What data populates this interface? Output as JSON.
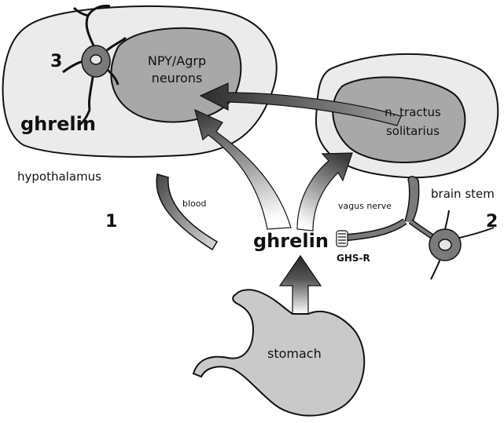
{
  "labels": {
    "npy_agrp": "NPY/Agrp",
    "neurons": "neurons",
    "ghrelin_brain": "ghrelin",
    "marker_3": "3",
    "hypothalamus": "hypothalamus",
    "n_tractus": "n. tractus",
    "solitarius": "solitarius",
    "brain_stem": "brain stem",
    "marker_2": "2",
    "vagus_nerve": "vagus nerve",
    "blood": "blood",
    "marker_1": "1",
    "ghrelin_center": "ghrelin",
    "ghs_r": "GHS-R",
    "stomach": "stomach"
  },
  "colors": {
    "outline": "#111111",
    "region_fill": "#ebebeb",
    "nucleus_fill": "#a8a8a8",
    "stomach_fill": "#c9c9c9",
    "neuron_fill": "#7a7a7a",
    "arrow_dark": "#3a3a3a",
    "arrow_light": "#ffffff"
  }
}
